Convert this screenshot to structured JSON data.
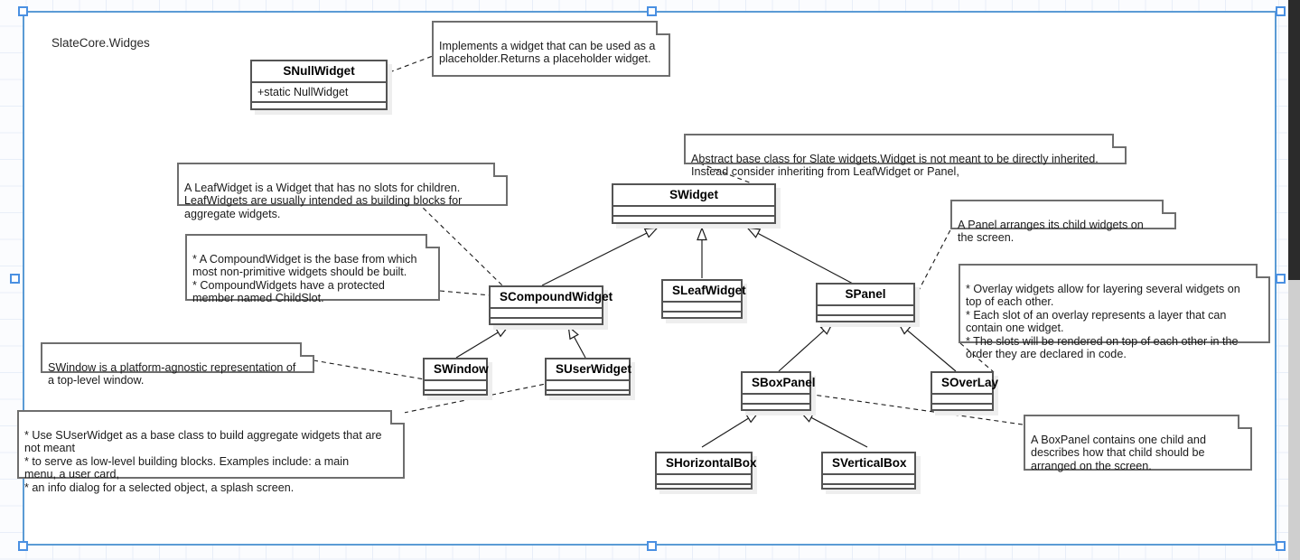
{
  "package": {
    "title": "SlateCore.Widges"
  },
  "colors": {
    "selection": "#4a90e2",
    "frame_border": "#5b9bd5",
    "class_border": "#545454",
    "note_border": "#6e6e6e",
    "grid_line": "#e8eef8",
    "canvas": "#ffffff",
    "scrollbar_thumb": "#2b2b2b",
    "scrollbar_track": "#cfcfcf"
  },
  "classes": [
    {
      "id": "snullwidget",
      "name": "SNullWidget",
      "attributes": [
        "+static  NullWidget"
      ]
    },
    {
      "id": "swidget",
      "name": "SWidget",
      "attributes": []
    },
    {
      "id": "sleafwidget",
      "name": "SLeafWidget",
      "attributes": []
    },
    {
      "id": "scompoundwidget",
      "name": "SCompoundWidget",
      "attributes": []
    },
    {
      "id": "spanel",
      "name": "SPanel",
      "attributes": []
    },
    {
      "id": "swindow",
      "name": "SWindow",
      "attributes": []
    },
    {
      "id": "suserwidget",
      "name": "SUserWidget",
      "attributes": []
    },
    {
      "id": "sboxpanel",
      "name": "SBoxPanel",
      "attributes": []
    },
    {
      "id": "soverlay",
      "name": "SOverLay",
      "attributes": []
    },
    {
      "id": "shorizontalbox",
      "name": "SHorizontalBox",
      "attributes": []
    },
    {
      "id": "sverticalbox",
      "name": "SVerticalBox",
      "attributes": []
    }
  ],
  "notes": [
    {
      "id": "note-nullwidget",
      "text": " Implements a widget that can be used as a\nplaceholder.Returns a placeholder widget."
    },
    {
      "id": "note-leafwidget",
      "text": "A LeafWidget is a Widget that has no slots for children.\nLeafWidgets are usually intended as building blocks for\naggregate widgets."
    },
    {
      "id": "note-compoundwidget",
      "text": " * A CompoundWidget is the base from which\nmost non-primitive widgets should be built.\n * CompoundWidgets have a protected\nmember named ChildSlot."
    },
    {
      "id": "note-swidget",
      "text": "Abstract base class for Slate widgets.Widget is not meant to be directly inherited.\nInstead consider inheriting from LeafWidget or Panel,"
    },
    {
      "id": "note-panel",
      "text": " A Panel arranges its child widgets on\nthe screen."
    },
    {
      "id": "note-overlay",
      "text": " * Overlay widgets allow for layering several widgets on\ntop of each other.\n * Each slot of an overlay represents a layer that can\ncontain one widget.\n * The slots will be rendered on top of each other in the\norder they are declared in code."
    },
    {
      "id": "note-swindow",
      "text": "SWindow is a platform-agnostic representation of\na top-level window."
    },
    {
      "id": "note-suserwidget",
      "text": " * Use SUserWidget as a base class to build aggregate widgets that are\nnot meant\n * to serve as low-level building blocks. Examples include: a main\nmenu, a user card,\n * an info dialog for a selected object, a splash screen."
    },
    {
      "id": "note-boxpanel",
      "text": " A BoxPanel contains one child and\ndescribes how that child should be\narranged on the screen."
    }
  ],
  "generalizations": [
    {
      "from": "SCompoundWidget",
      "to": "SWidget"
    },
    {
      "from": "SLeafWidget",
      "to": "SWidget"
    },
    {
      "from": "SPanel",
      "to": "SWidget"
    },
    {
      "from": "SWindow",
      "to": "SCompoundWidget"
    },
    {
      "from": "SUserWidget",
      "to": "SCompoundWidget"
    },
    {
      "from": "SBoxPanel",
      "to": "SPanel"
    },
    {
      "from": "SOverLay",
      "to": "SPanel"
    },
    {
      "from": "SHorizontalBox",
      "to": "SBoxPanel"
    },
    {
      "from": "SVerticalBox",
      "to": "SBoxPanel"
    }
  ],
  "note_links": [
    {
      "note": "note-nullwidget",
      "target": "SNullWidget"
    },
    {
      "note": "note-leafwidget",
      "target": "SLeafWidget"
    },
    {
      "note": "note-compoundwidget",
      "target": "SCompoundWidget"
    },
    {
      "note": "note-swidget",
      "target": "SWidget"
    },
    {
      "note": "note-panel",
      "target": "SPanel"
    },
    {
      "note": "note-overlay",
      "target": "SOverLay"
    },
    {
      "note": "note-swindow",
      "target": "SWindow"
    },
    {
      "note": "note-suserwidget",
      "target": "SWindow"
    },
    {
      "note": "note-boxpanel",
      "target": "SBoxPanel"
    }
  ],
  "scrollbar": {
    "thumb_top": 0,
    "thumb_height": 310
  }
}
